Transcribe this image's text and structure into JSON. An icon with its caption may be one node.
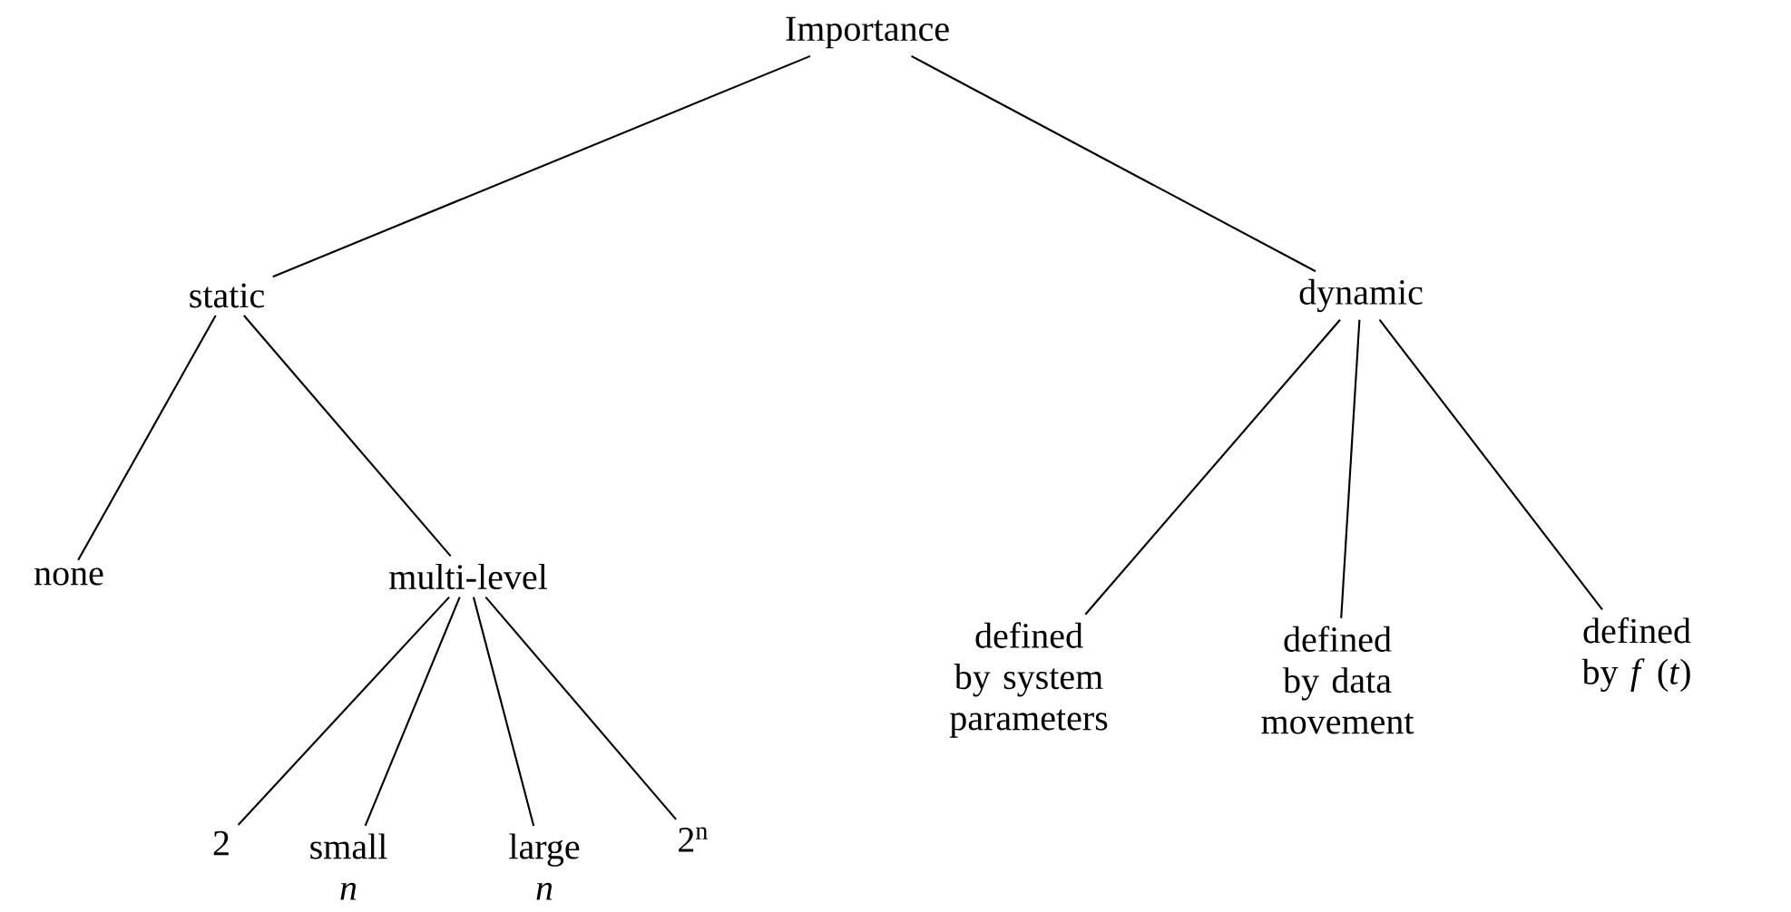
{
  "diagram": {
    "nodes": [
      {
        "text": [
          "Importance"
        ]
      },
      {
        "text": [
          "static"
        ]
      },
      {
        "text": [
          "dynamic"
        ]
      },
      {
        "text": [
          "none"
        ]
      },
      {
        "text": [
          "multi-level"
        ]
      },
      {
        "text": [
          "2"
        ]
      },
      {
        "text": [
          "small *n*"
        ]
      },
      {
        "text": [
          "large *n*"
        ]
      },
      {
        "text": [
          "2$^{n}$"
        ]
      },
      {
        "text": [
          "defined by system parameters"
        ]
      },
      {
        "text": [
          "defined by data movement"
        ]
      },
      {
        "text": [
          "defined by *f* (*t*)"
        ]
      }
    ],
    "edges": [
      {
        "from": 0,
        "to": 1,
        "arrow": "none"
      },
      {
        "from": 0,
        "to": 2,
        "arrow": "none"
      },
      {
        "from": 1,
        "to": 3,
        "arrow": "none"
      },
      {
        "from": 1,
        "to": 4,
        "arrow": "none"
      },
      {
        "from": 4,
        "to": 5,
        "arrow": "none"
      },
      {
        "from": 4,
        "to": 6,
        "arrow": "none"
      },
      {
        "from": 4,
        "to": 7,
        "arrow": "none"
      },
      {
        "from": 4,
        "to": 8,
        "arrow": "none"
      },
      {
        "from": 2,
        "to": 9,
        "arrow": "none"
      },
      {
        "from": 2,
        "to": 10,
        "arrow": "none"
      },
      {
        "from": 2,
        "to": 11,
        "arrow": "none"
      }
    ]
  }
}
